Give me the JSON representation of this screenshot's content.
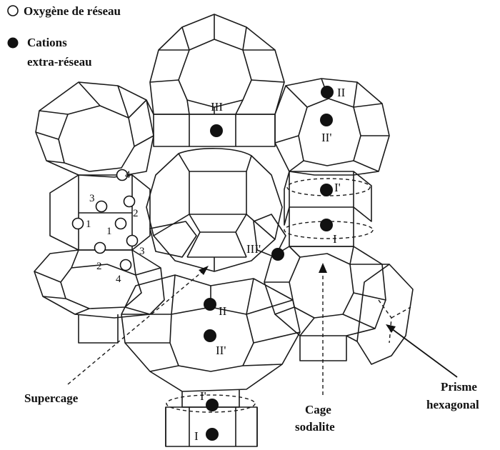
{
  "legend": {
    "oxygen_label": "Oxygène de réseau",
    "cation_label_line1": "Cations",
    "cation_label_line2": "extra-réseau"
  },
  "site_labels": {
    "top_III": "III",
    "top_II": "II",
    "top_II_prime": "II'",
    "right_I_prime": "I'",
    "right_I": "I",
    "center_III_prime": "III'",
    "bottom_II": "II",
    "bottom_II_prime": "II'",
    "bottom_I_prime": "I'",
    "bottom_I": "I"
  },
  "oxygen_labels": {
    "o1_left": "1",
    "o1_right": "1",
    "o2_top": "2",
    "o2_bottom": "2",
    "o3_top": "3",
    "o3_bottom": "3",
    "o4_top": "4",
    "o4_bottom": "4"
  },
  "annotations": {
    "supercage": "Supercage",
    "cage_line1": "Cage",
    "cage_line2": "sodalite",
    "prisme_line1": "Prisme",
    "prisme_line2": "hexagonal"
  }
}
